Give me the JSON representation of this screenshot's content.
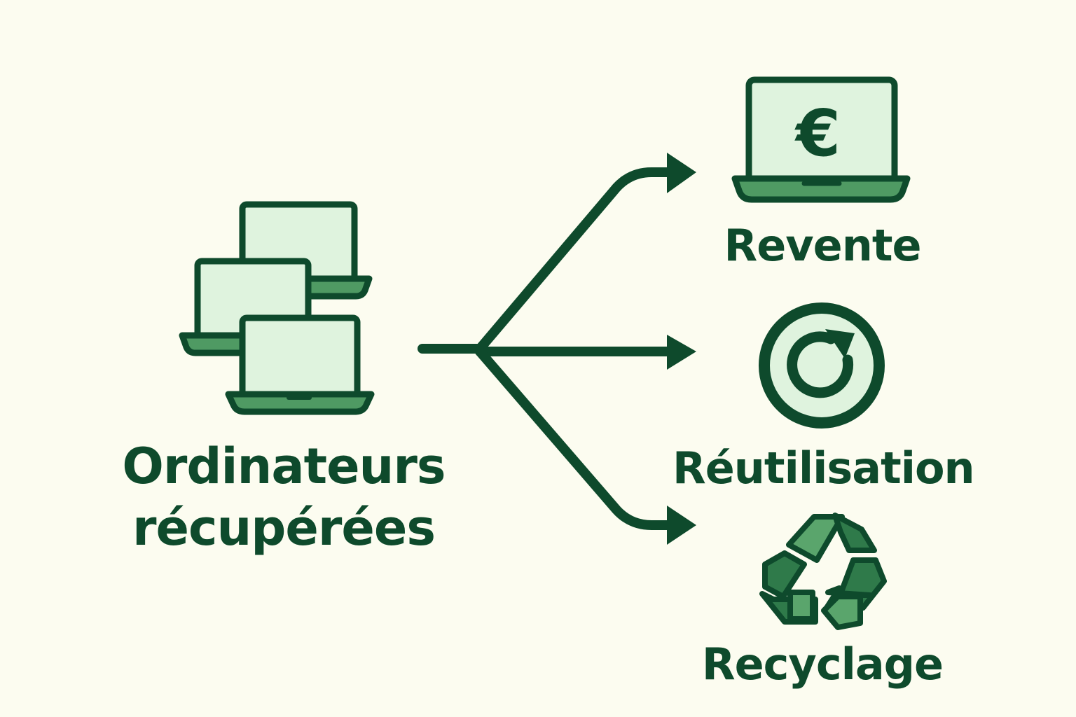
{
  "source": {
    "line1": "Ordinateurs",
    "line2": "récupérées",
    "icon": "stacked-laptops-icon"
  },
  "outcomes": [
    {
      "label": "Revente",
      "icon": "laptop-euro-icon"
    },
    {
      "label": "Réutilisation",
      "icon": "reuse-circle-arrow-icon"
    },
    {
      "label": "Recyclage",
      "icon": "recycle-icon"
    }
  ],
  "symbols": {
    "euro": "€"
  },
  "colors": {
    "background": "#fcfcf0",
    "dark_green": "#0e4a2c",
    "screen_fill": "#dff3de",
    "base_green": "#4f9a63",
    "recycle_green": "#2f7a4a",
    "recycle_light": "#5aa56c"
  }
}
